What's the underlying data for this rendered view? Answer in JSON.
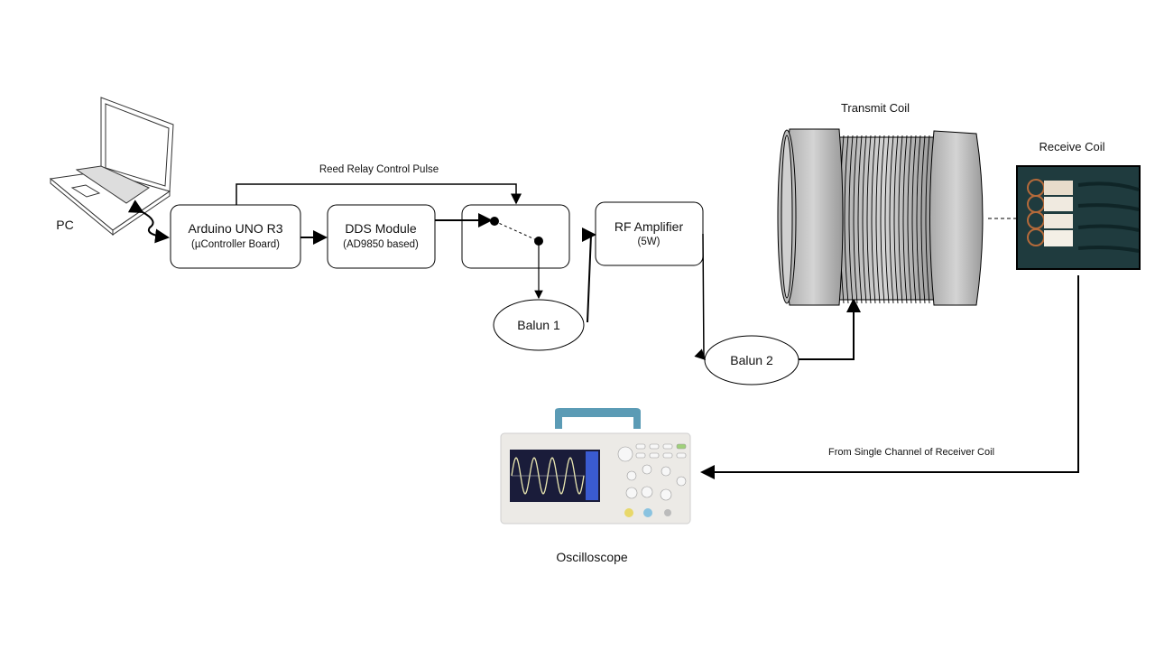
{
  "labels": {
    "pc": "PC",
    "reed_relay": "Reed Relay Control Pulse",
    "transmit_coil": "Transmit Coil",
    "receive_coil": "Receive Coil",
    "receiver_channel": "From Single Channel of Receiver Coil",
    "oscilloscope": "Oscilloscope"
  },
  "blocks": {
    "arduino": {
      "title": "Arduino UNO R3",
      "subtitle": "(µController Board)"
    },
    "dds": {
      "title": "DDS Module",
      "subtitle": "(AD9850 based)"
    },
    "rf_amp": {
      "title": "RF Amplifier",
      "subtitle": "(5W)"
    },
    "balun1": "Balun 1",
    "balun2": "Balun 2"
  },
  "colors": {
    "line": "#000000",
    "coil_gray": "#c8c8c8",
    "scope_handle": "#5b9bb5"
  }
}
